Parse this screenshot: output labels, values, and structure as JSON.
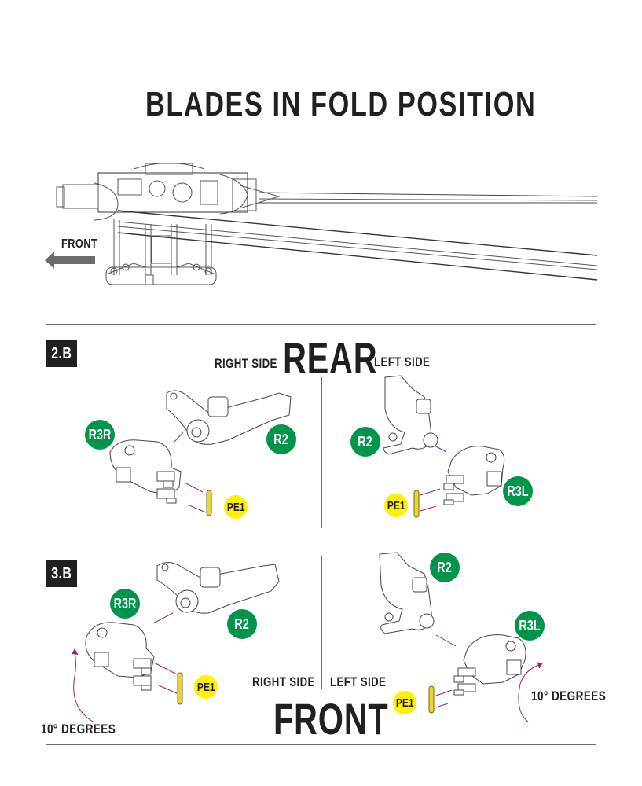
{
  "title": "BLADES IN FOLD POSITION",
  "overview": {
    "direction_label": "FRONT",
    "arrow_icon": "left-arrow",
    "arrow_color": "#6d6d6d"
  },
  "steps": [
    {
      "badge": "2.B",
      "view_label": "REAR",
      "right_side_label": "RIGHT SIDE",
      "left_side_label": "LEFT SIDE",
      "right_panel": {
        "callouts": [
          {
            "id": "R3R",
            "color": "green"
          },
          {
            "id": "R2",
            "color": "green"
          },
          {
            "id": "PE1",
            "color": "yellow"
          }
        ]
      },
      "left_panel": {
        "callouts": [
          {
            "id": "R2",
            "color": "green"
          },
          {
            "id": "R3L",
            "color": "green"
          },
          {
            "id": "PE1",
            "color": "yellow"
          }
        ]
      }
    },
    {
      "badge": "3.B",
      "view_label": "FRONT",
      "right_side_label": "RIGHT SIDE",
      "left_side_label": "LEFT SIDE",
      "right_panel": {
        "callouts": [
          {
            "id": "R3R",
            "color": "green"
          },
          {
            "id": "R2",
            "color": "green"
          },
          {
            "id": "PE1",
            "color": "yellow"
          }
        ],
        "rotation_label": "10° DEGREES"
      },
      "left_panel": {
        "callouts": [
          {
            "id": "R2",
            "color": "green"
          },
          {
            "id": "R3L",
            "color": "green"
          },
          {
            "id": "PE1",
            "color": "yellow"
          }
        ],
        "rotation_label": "10° DEGREES"
      }
    }
  ],
  "colors": {
    "callout_green": "#00954a",
    "callout_yellow": "#fff200",
    "leader_line": "#a0206e",
    "ink": "#231f20"
  }
}
